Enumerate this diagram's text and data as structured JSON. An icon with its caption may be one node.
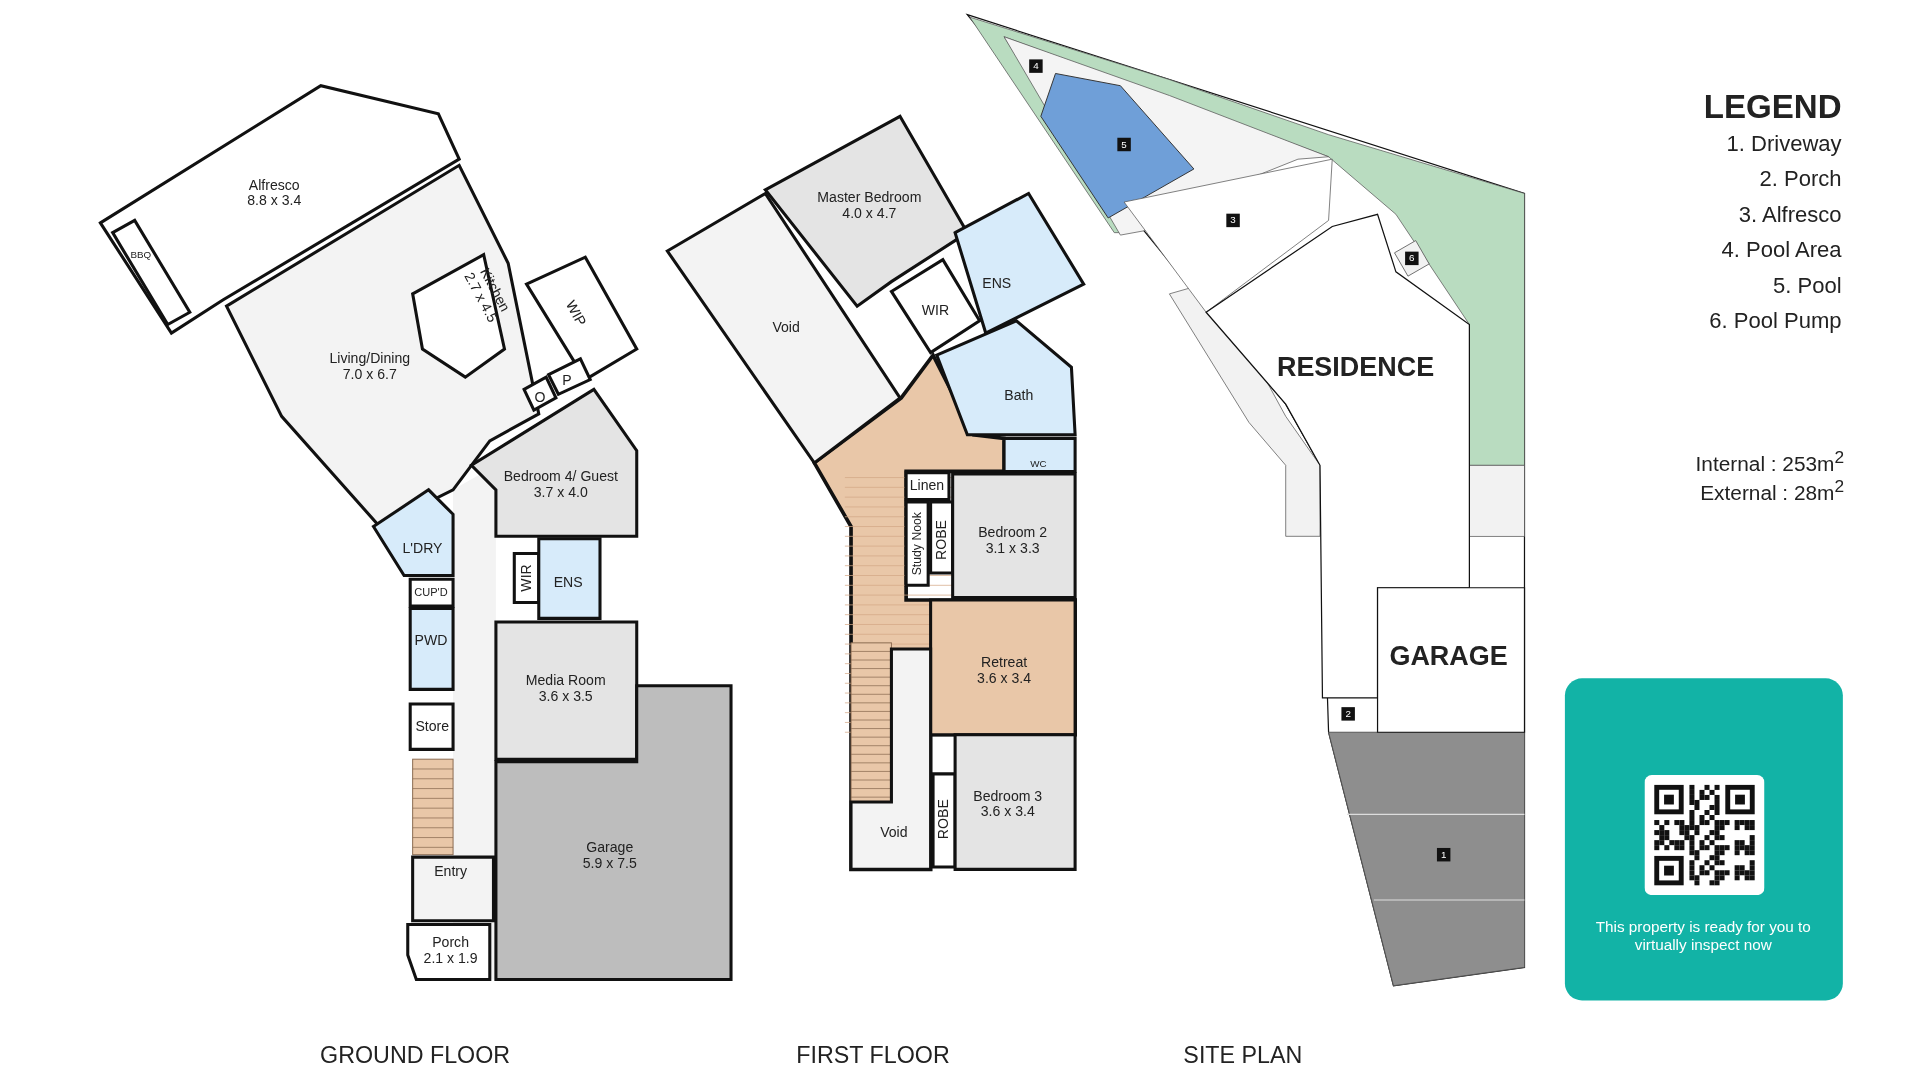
{
  "diagram": {
    "nodes": [
      {
        "text": [
          "Alfresco",
          "8.8 x 3.4"
        ]
      },
      {
        "text": [
          "BBQ"
        ],
        "in": 0
      },
      {
        "text": [
          "Living/Dining",
          "7.0 x 6.7"
        ]
      },
      {
        "text": [
          "Kitchen",
          "2.7 x 4.5"
        ],
        "in": 2
      },
      {
        "text": [
          "WIP"
        ]
      },
      {
        "text": [
          "O"
        ]
      },
      {
        "text": [
          "P"
        ]
      },
      {
        "text": [
          "Bedroom 4/ Guest",
          "3.7 x 4.0"
        ]
      },
      {
        "text": [
          "L'DRY"
        ]
      },
      {
        "text": [
          "CUP'D"
        ]
      },
      {
        "text": [
          "PWD"
        ]
      },
      {
        "text": [
          "Store"
        ]
      },
      {
        "text": [
          "Entry"
        ]
      },
      {
        "text": [
          "Porch",
          "2.1 x 1.9"
        ]
      },
      {
        "text": [
          "WIR"
        ]
      },
      {
        "text": [
          "ENS"
        ]
      },
      {
        "text": [
          "Media Room",
          "3.6 x 3.5"
        ]
      },
      {
        "text": [
          "Garage",
          "5.9 x 7.5"
        ]
      },
      {
        "text": [
          "Master Bedroom",
          "4.0 x 4.7"
        ]
      },
      {
        "text": [
          "Void"
        ]
      },
      {
        "text": [
          "WIR"
        ]
      },
      {
        "text": [
          "ENS"
        ]
      },
      {
        "text": [
          "Bath"
        ]
      },
      {
        "text": [
          "WC"
        ]
      },
      {
        "text": [
          "Linen"
        ]
      },
      {
        "text": [
          "Study Nook"
        ]
      },
      {
        "text": [
          "ROBE"
        ]
      },
      {
        "text": [
          "Bedroom 2",
          "3.1 x 3.3"
        ]
      },
      {
        "text": [
          "Retreat",
          "3.6 x 3.4"
        ]
      },
      {
        "text": [
          "Void"
        ]
      },
      {
        "text": [
          "ROBE"
        ]
      },
      {
        "text": [
          "Bedroom 3",
          "3.6 x 3.4"
        ]
      },
      {
        "text": [],
        "shape": "box"
      },
      {
        "text": [
          "4"
        ],
        "in": 32
      },
      {
        "text": [
          "5"
        ],
        "in": 32
      },
      {
        "text": [
          "3"
        ],
        "in": 32
      },
      {
        "text": [
          "6"
        ],
        "in": 32
      },
      {
        "text": [
          "RESIDENCE"
        ],
        "in": 32
      },
      {
        "text": [
          "GARAGE"
        ],
        "in": 32
      },
      {
        "text": [
          "2"
        ],
        "in": 32
      },
      {
        "text": [
          "1"
        ],
        "in": 32
      }
    ],
    "labels": [
      "LEGEND",
      "1. Driveway",
      "2. Porch",
      "3. Alfresco",
      "4. Pool Area",
      "5. Pool",
      "6. Pool Pump",
      "Internal : 253m$^{2}$",
      "External : 28m$^{2}$",
      "This property is ready for you to virtually inspect now",
      "GROUND FLOOR",
      "FIRST FLOOR",
      "SITE PLAN"
    ]
  }
}
